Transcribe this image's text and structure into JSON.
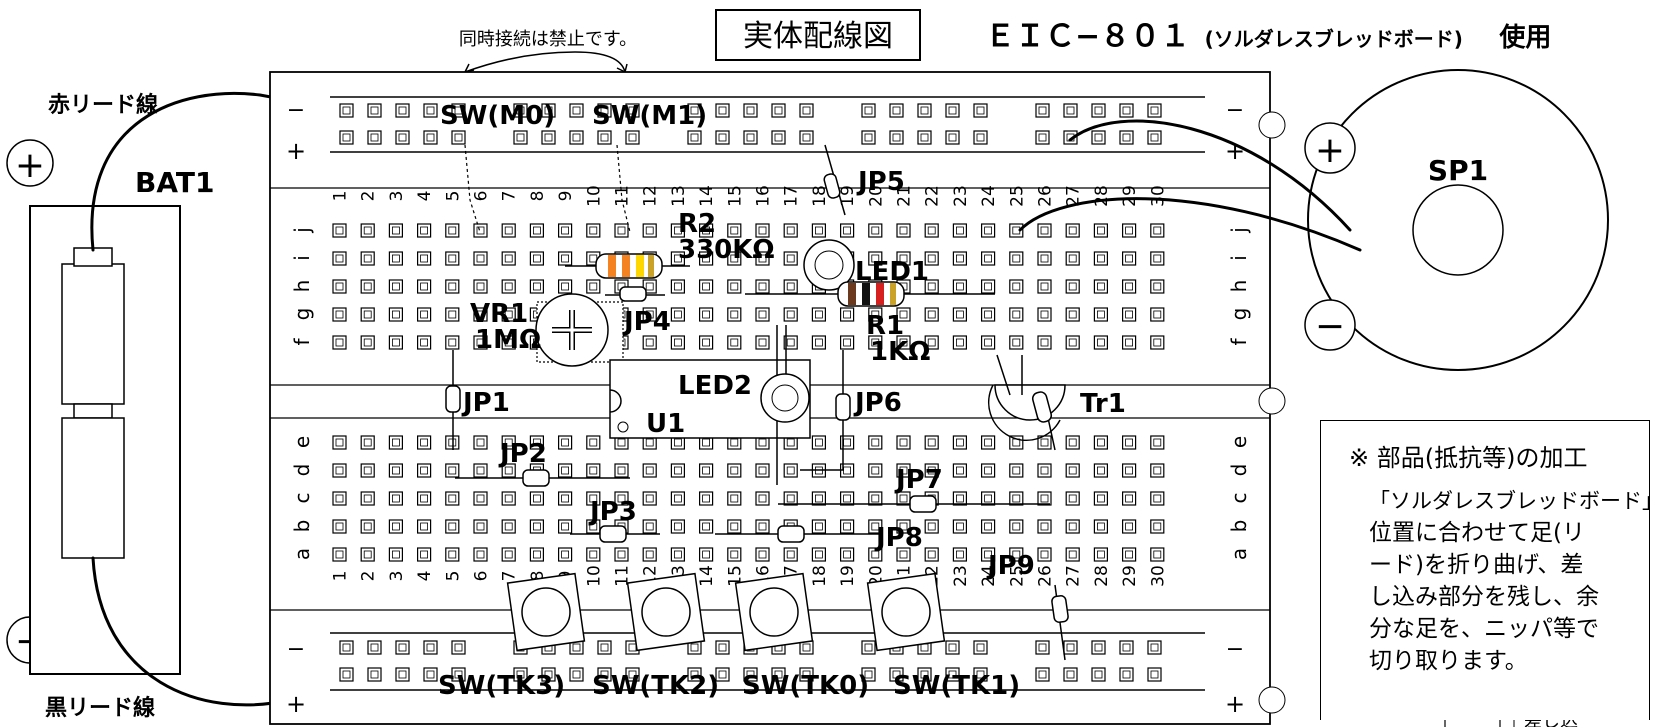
{
  "header": {
    "warning": "同時接続は禁止です。",
    "figure_title": "実体配線図",
    "product_title": "ＥＩＣ−８０１",
    "product_sub": "(ソルダレスブレッドボード)",
    "product_use": "使用"
  },
  "battery": {
    "label": "BAT1",
    "red_lead": "赤リード線",
    "black_lead": "黒リード線",
    "plus": "+",
    "minus": "−"
  },
  "speaker": {
    "label": "SP1",
    "plus": "+",
    "minus": "−"
  },
  "rails": {
    "plus": "+",
    "minus": "−"
  },
  "row_labels_upper": [
    "j",
    "i",
    "h",
    "g",
    "f"
  ],
  "row_labels_lower": [
    "e",
    "d",
    "c",
    "b",
    "a"
  ],
  "column_numbers": [
    "1",
    "2",
    "3",
    "4",
    "5",
    "6",
    "7",
    "8",
    "9",
    "10",
    "11",
    "12",
    "13",
    "14",
    "15",
    "16",
    "17",
    "18",
    "19",
    "20",
    "21",
    "22",
    "23",
    "24",
    "25",
    "26",
    "27",
    "28",
    "29",
    "30"
  ],
  "components": {
    "sw_m0": "SW(M0)",
    "sw_m1": "SW(M1)",
    "r2": "R2",
    "r2_value": "330KΩ",
    "jp5": "JP5",
    "led1": "LED1",
    "r1": "R1",
    "r1_value": "1KΩ",
    "vr1": "VR1",
    "vr1_value": "1MΩ",
    "jp4": "JP4",
    "jp1": "JP1",
    "led2": "LED2",
    "u1": "U1",
    "jp6": "JP6",
    "tr1": "Tr1",
    "jp2": "JP2",
    "jp7": "JP7",
    "jp3": "JP3",
    "jp8": "JP8",
    "jp9": "JP9",
    "sw_tk3": "SW(TK3)",
    "sw_tk2": "SW(TK2)",
    "sw_tk0": "SW(TK0)",
    "sw_tk1": "SW(TK1)"
  },
  "note": {
    "title": "※ 部品(抵抗等)の加工",
    "lines": [
      "「ソルダレスブレッドボード」の穴の",
      "位置に合わせて足(リ",
      "ード)を折り曲げ、差",
      "し込み部分を残し、余",
      "分な足を、ニッパ等で",
      "切り取ります。"
    ],
    "partial": "差し込"
  }
}
